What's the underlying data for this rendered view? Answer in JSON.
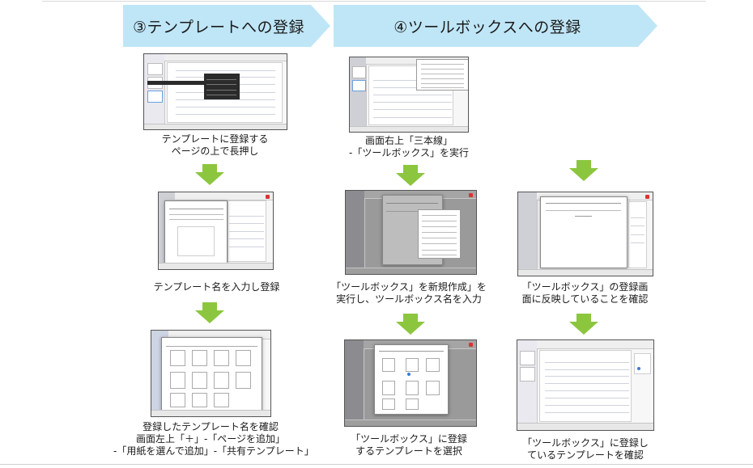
{
  "banners": {
    "step3": "③テンプレートへの登録",
    "step4": "④ツールボックスへの登録"
  },
  "captions": {
    "c1_line1": "テンプレートに登録する",
    "c1_line2": "ページの上で長押し",
    "c2_line1": "テンプレート名を入力し登録",
    "c3_line1": "登録したテンプレート名を確認",
    "c3_line2": "画面左上「＋」-「ページを追加」",
    "c3_line3": "-「用紙を選んで追加」-「共有テンプレート」",
    "c4_line1": "画面右上「三本線」",
    "c4_line2": "-「ツールボックス」を実行",
    "c5_line1": "「ツールボックス」を新規作成」を",
    "c5_line2": "実行し、ツールボックス名を入力",
    "c6_line1": "「ツールボックス」に登録",
    "c6_line2": "するテンプレートを選択",
    "c7_line1": "「ツールボックス」の登録画",
    "c7_line2": "面に反映していることを確認",
    "c8_line1": "「ツールボックス」に登録し",
    "c8_line2": "ているテンプレートを確認"
  },
  "colors": {
    "banner": "#bfe6f7",
    "arrow": "#8cc63f"
  },
  "icons": {
    "flow_arrow": "down-arrow-icon"
  }
}
